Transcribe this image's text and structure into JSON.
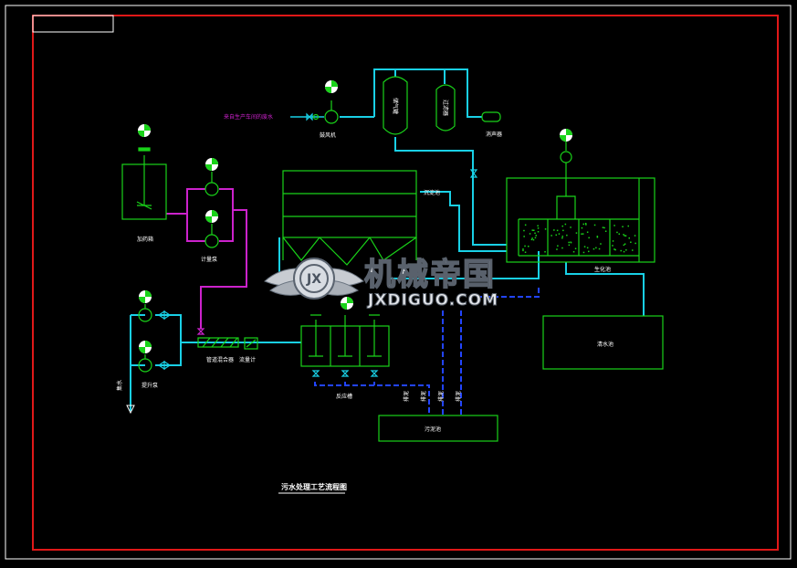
{
  "colors": {
    "background": "#000000",
    "outer_frame": "#ffffff",
    "inner_frame": "#e01818",
    "equipment": "#19d319",
    "water_pipe": "#19d0e6",
    "chemical_pipe": "#cc22cc",
    "sludge_pipe": "#2244ff",
    "gas_pipe": "#cc22cc",
    "label_text": "#ffffff",
    "pump_fill": "#19d319"
  },
  "labels": {
    "inlet_note": "来自生产车间的废水",
    "dosing_tank": "加药箱",
    "metering_pump": "计量泵",
    "lift_pump": "提升泵",
    "pipe_mixer": "管道混合器",
    "flow_meter": "流量计",
    "clarifier": "沉淀池",
    "reaction_tank": "反应槽",
    "biotank": "生化池",
    "clean_tank": "清水池",
    "sludge_tank": "污泥池",
    "blower": "鼓风机",
    "air_tank_a": "储气罐",
    "air_tank_b": "过滤器",
    "silencer": "消声器",
    "sump": "集水",
    "diagram_title": "污水处理工艺流程图",
    "sludge_outlet_1": "排泥",
    "sludge_outlet_2": "排泥",
    "sludge_outlet_3": "排泥",
    "sludge_outlet_4": "排泥"
  },
  "watermark": {
    "chinese": "机械帝国",
    "latin": "JXDIGUO.COM",
    "logo_letters": "JX"
  }
}
